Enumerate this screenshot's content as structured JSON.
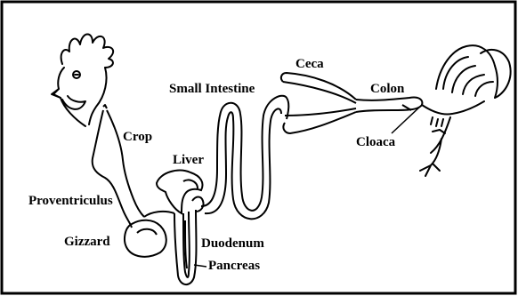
{
  "labels": {
    "crop": "Crop",
    "proventriculus": "Proventriculus",
    "gizzard": "Gizzard",
    "liver": "Liver",
    "small_intestine": "Small Intestine",
    "duodenum": "Duodenum",
    "pancreas": "Pancreas",
    "ceca": "Ceca",
    "colon": "Colon",
    "cloaca": "Cloaca"
  }
}
